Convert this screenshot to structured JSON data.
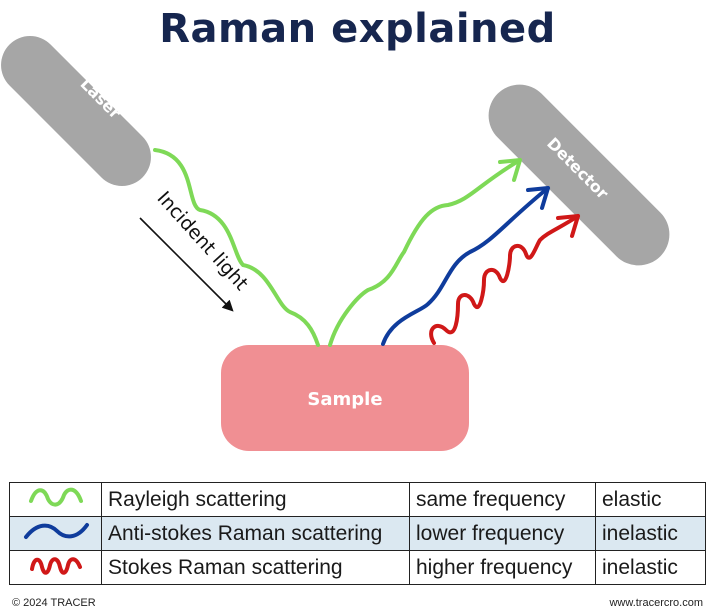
{
  "title": "Raman explained",
  "diagram": {
    "laser_label": "Laser",
    "detector_label": "Detector",
    "sample_label": "Sample",
    "incident_label": "Incident light",
    "colors": {
      "title": "#16264f",
      "device": "#a6a6a6",
      "sample": "#f08f93",
      "rayleigh": "#7ed957",
      "anti_stokes": "#0f3c9c",
      "stokes": "#d01818",
      "legend_highlight": "#dbe8f1"
    }
  },
  "legend": {
    "rows": [
      {
        "icon": "green-wave-icon",
        "name": "Rayleigh scattering",
        "frequency": "same frequency",
        "type": "elastic"
      },
      {
        "icon": "blue-wave-icon",
        "name": "Anti-stokes Raman scattering",
        "frequency": "lower frequency",
        "type": "inelastic"
      },
      {
        "icon": "red-wave-icon",
        "name": "Stokes Raman scattering",
        "frequency": "higher frequency",
        "type": "inelastic"
      }
    ]
  },
  "footer": {
    "copyright": "© 2024 TRACER",
    "website": "www.tracercro.com"
  }
}
